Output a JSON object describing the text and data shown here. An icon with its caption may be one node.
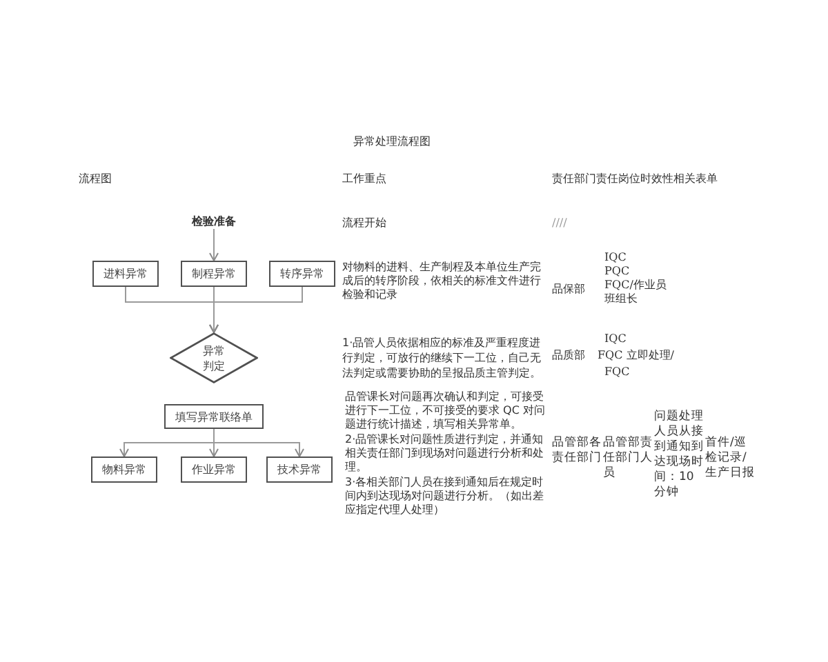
{
  "diagram": {
    "title": "异常处理流程图",
    "nodes": [
      {
        "text": [
          "检验准备"
        ]
      },
      {
        "text": [
          "进料异常"
        ]
      },
      {
        "text": [
          "制程异常"
        ]
      },
      {
        "text": [
          "转序异常"
        ]
      },
      {
        "text": [
          "异常判定"
        ]
      },
      {
        "text": [
          "填写异常联络单"
        ]
      },
      {
        "text": [
          "物料异常"
        ]
      },
      {
        "text": [
          "作业异常"
        ]
      },
      {
        "text": [
          "技术异常"
        ]
      }
    ],
    "edges": [
      {
        "from": 0,
        "to": 2,
        "arrow": "to"
      },
      {
        "from": 1,
        "to": 4,
        "arrow": "to"
      },
      {
        "from": 2,
        "to": 4,
        "arrow": "to"
      },
      {
        "from": 3,
        "to": 4,
        "arrow": "to"
      },
      {
        "from": 5,
        "to": 6,
        "arrow": "to"
      },
      {
        "from": 5,
        "to": 7,
        "arrow": "to"
      },
      {
        "from": 5,
        "to": 8,
        "arrow": "to"
      }
    ],
    "labels": [
      "流程图",
      "工作重点",
      "责任部门责任岗位时效性相关表单",
      "流程开始",
      "////",
      "对物料的进料、生产制程及本单位生产完成后的转序阶段，依相关的标准文件进行检验和记录",
      "品保部",
      "IQC",
      "PQC",
      "FQC/作业员",
      "班组长",
      "1·品管人员依据相应的标准及严重程度进行判定，可放行的继续下一工位，自己无法判定或需要协助的呈报品质主管判定。",
      "IQC",
      "品质部",
      "FQC 立即处理/",
      "FQC",
      "品管课长对问题再次确认和判定，可接受进行下一工位，不可接受的要求 QC 对问题进行统计描述，填写相关异常单。",
      "2·品管课长对问题性质进行判定，并通知相关责任部门到现场对问题进行分析和处理。",
      "3·各相关部门人员在接到通知后在规定时间内到达现场对问题进行分析。（如出差应指定代理人处理）",
      "品管部各责任部门",
      "品管部责任部门人员",
      "问题处理人员从接到通知到达现场时间：10分钟",
      "首件/巡检记录/生产日报"
    ]
  }
}
